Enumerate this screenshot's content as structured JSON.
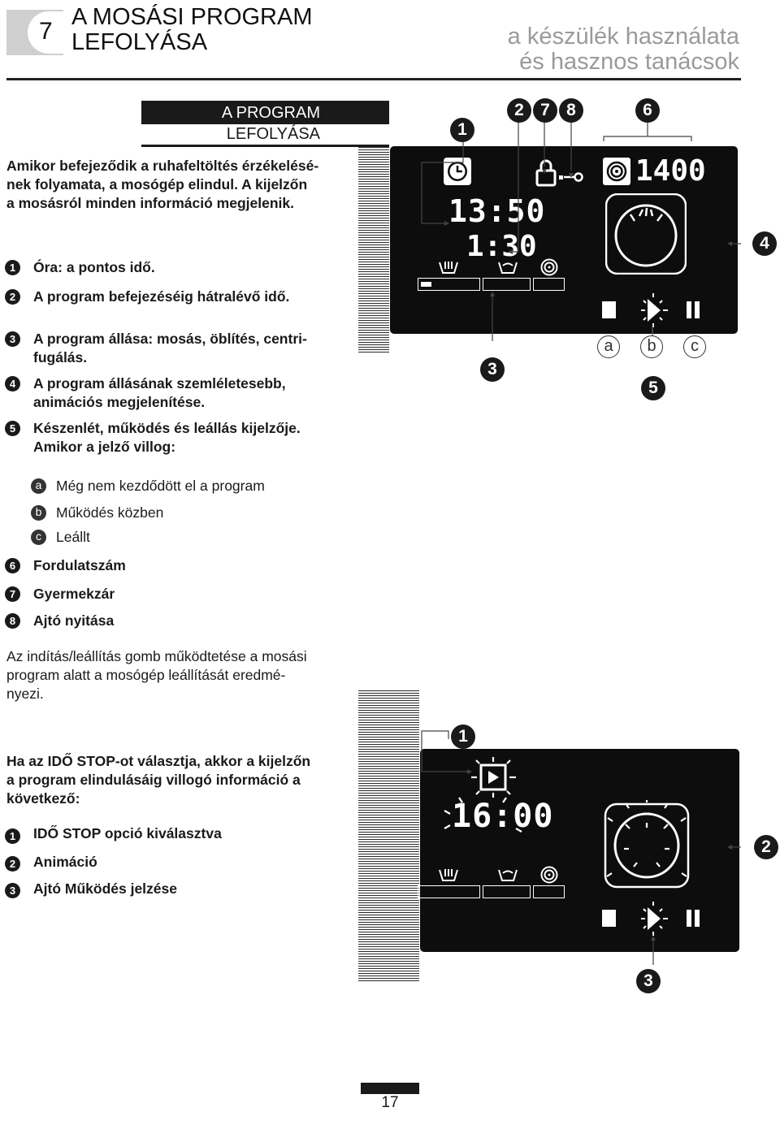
{
  "header": {
    "chapter_number": "7",
    "title_line1": "A MOSÁSI PROGRAM",
    "title_line2": "LEFOLYÁSA",
    "subtitle_line1": "a készülék használata",
    "subtitle_line2": "és hasznos tanácsok"
  },
  "section": {
    "title_line1": "A PROGRAM",
    "title_line2": "LEFOLYÁSA"
  },
  "intro": [
    "Amikor befejeződik a ruhafeltöltés érzékelésé-",
    "nek folyamata, a mosógép elindul. A kijelzőn",
    "a mosásról minden információ megjelenik."
  ],
  "legend": {
    "items": [
      {
        "num": "1",
        "text": "Óra: a pontos idő."
      },
      {
        "num": "2",
        "text": "A program befejezéséig hátralévő idő."
      },
      {
        "num": "3",
        "text1": "A program állása: mosás, öblítés, centri-",
        "text2": "fugálás."
      },
      {
        "num": "4",
        "text1": "A program állásának szemléletesebb,",
        "text2": "animációs megjelenítése."
      },
      {
        "num": "5",
        "text1": "Készenlét, működés és leállás kijelzője.",
        "text2": "Amikor a jelző villog:"
      }
    ],
    "sub": [
      {
        "letter": "a",
        "text": "Még nem kezdődött el a program"
      },
      {
        "letter": "b",
        "text": "Működés közben"
      },
      {
        "letter": "c",
        "text": "Leállt"
      }
    ],
    "items2": [
      {
        "num": "6",
        "text": "Fordulatszám"
      },
      {
        "num": "7",
        "text": "Gyermekzár"
      },
      {
        "num": "8",
        "text": "Ajtó nyitása"
      }
    ]
  },
  "stop_text": [
    "Az indítás/leállítás gomb működtetése a mosási",
    "program alatt a mosógép leállítását eredmé-",
    "nyezi."
  ],
  "timestop": {
    "intro": [
      "Ha az IDŐ STOP-ot választja, akkor a kijelzőn",
      "a program elindulásáig villogó információ a",
      "következő:"
    ],
    "items": [
      {
        "num": "1",
        "text": "IDŐ STOP opció kiválasztva"
      },
      {
        "num": "2",
        "text": "Animáció"
      },
      {
        "num": "3",
        "text": "Ajtó Működés jelzése"
      }
    ]
  },
  "display1": {
    "clock": "13:50",
    "remaining": "1:30",
    "spin": "1400",
    "callouts": [
      "1",
      "2",
      "7",
      "8",
      "6",
      "4",
      "3",
      "5"
    ],
    "letters": [
      "a",
      "b",
      "c"
    ]
  },
  "display2": {
    "time": "16:00",
    "callouts": [
      "1",
      "2",
      "3"
    ]
  },
  "page_number": "17"
}
